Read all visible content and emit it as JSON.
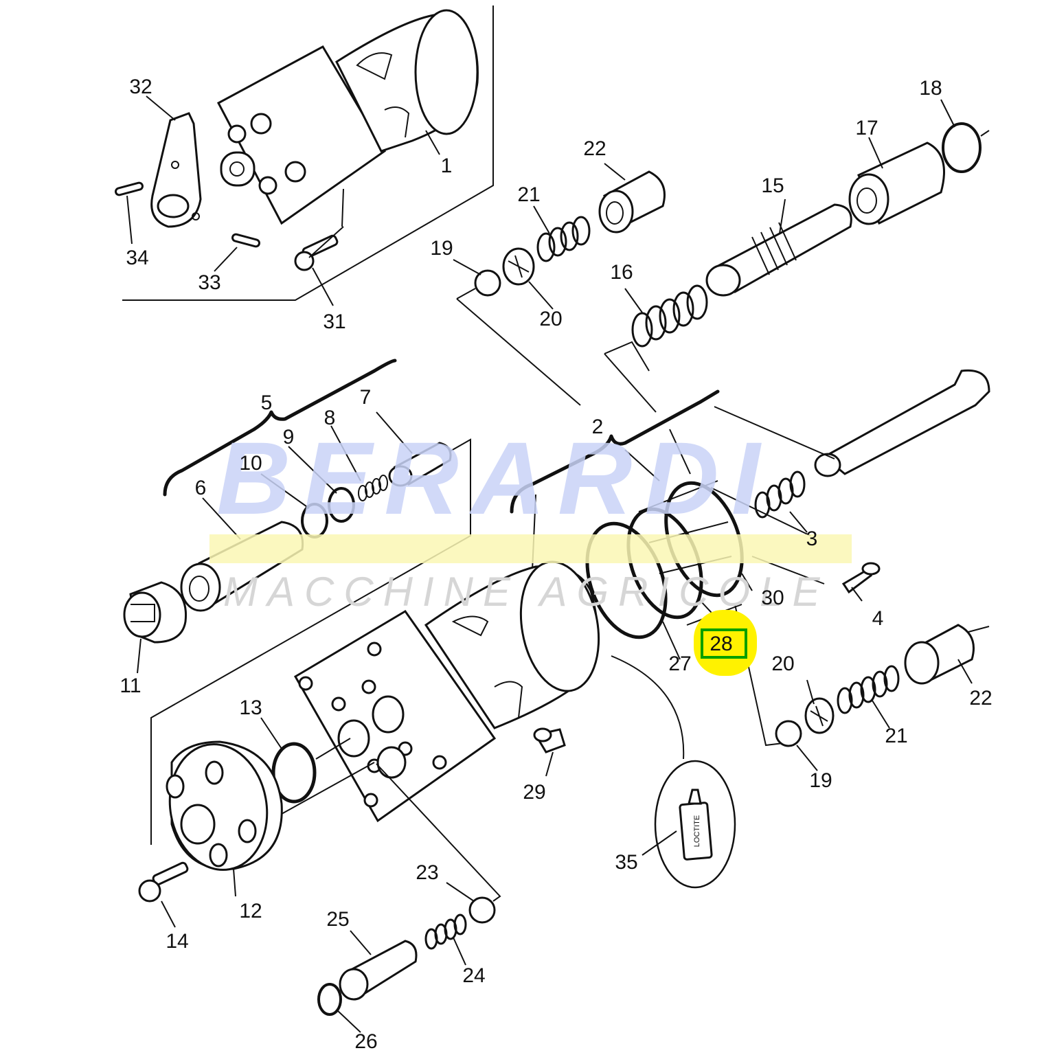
{
  "watermark": {
    "brand": "BERARDI",
    "subtitle": "MACCHINE AGRICOLE"
  },
  "highlight": {
    "part": "28",
    "color": "#fff200",
    "box_color": "#00a000"
  },
  "labels": {
    "p1": "1",
    "p2": "2",
    "p3": "3",
    "p4": "4",
    "p5": "5",
    "p6": "6",
    "p7": "7",
    "p8": "8",
    "p9": "9",
    "p10": "10",
    "p11": "11",
    "p12": "12",
    "p13": "13",
    "p14": "14",
    "p15": "15",
    "p16": "16",
    "p17": "17",
    "p18": "18",
    "p19a": "19",
    "p19b": "19",
    "p20a": "20",
    "p20b": "20",
    "p21a": "21",
    "p21b": "21",
    "p22a": "22",
    "p22b": "22",
    "p23": "23",
    "p24": "24",
    "p25": "25",
    "p26": "26",
    "p27": "27",
    "p28": "28",
    "p29": "29",
    "p30": "30",
    "p31": "31",
    "p32": "32",
    "p33": "33",
    "p34": "34",
    "p35": "35"
  },
  "loctite_text": "LOCTITE"
}
